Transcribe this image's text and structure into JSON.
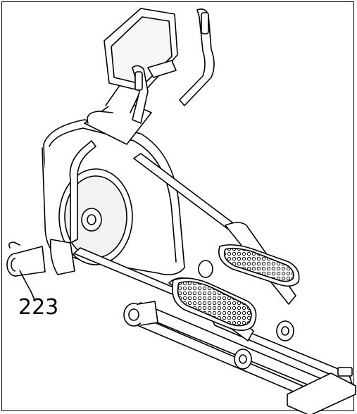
{
  "figure": {
    "subject": "elliptical-trainer",
    "callouts": [
      {
        "label": "223",
        "target": "wheel-knob-left"
      }
    ],
    "colors": {
      "line": "#000000",
      "fill": "#ffffff",
      "shade": "#dddddd"
    }
  }
}
